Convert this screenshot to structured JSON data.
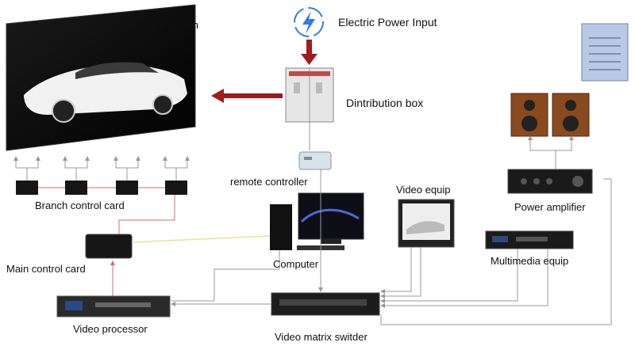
{
  "labels": {
    "led_screen": "LED screen",
    "power_input": "Electric Power Input",
    "distribution_box": "Dintribution box",
    "remote_controller": "remote controller",
    "branch_card": "Branch control card",
    "main_card": "Main control card",
    "computer": "Computer",
    "video_equip": "Video equip",
    "power_amplifier": "Power amplifier",
    "multimedia_equip": "Multimedia equip",
    "video_processor": "Video processor",
    "matrix_switcher": "Video matrix switder"
  },
  "colors": {
    "power_arrow": "#a11b1b",
    "signal_line": "#999999",
    "red_line": "#d36b6b",
    "yellow_line": "#e9e58a",
    "bolt": "#2f7de1"
  },
  "icons": {
    "power": "lightning-bolt-icon"
  }
}
